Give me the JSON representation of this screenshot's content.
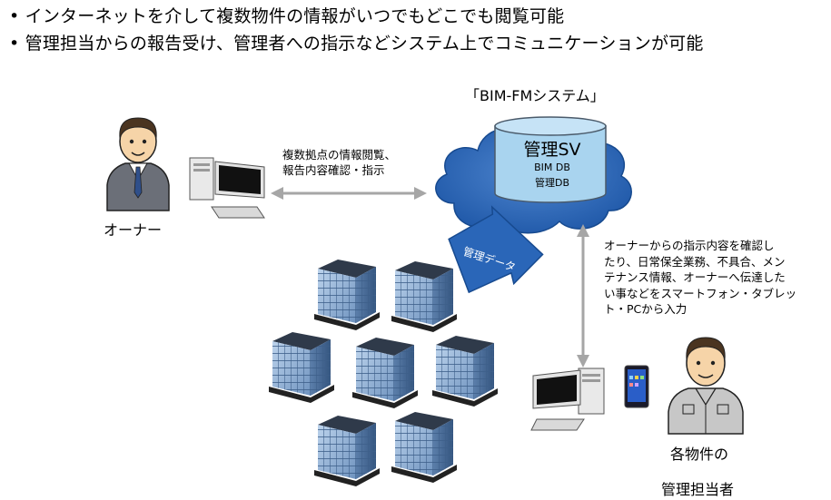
{
  "bullets": [
    "• インターネットを介して複数物件の情報がいつでもどこでも閲覧可能",
    "• 管理担当からの報告受け、管理者への指示などシステム上でコミュニケーションが可能"
  ],
  "system": {
    "title": "「BIM-FMシステム」",
    "server_title": "管理SV",
    "server_db1": "BIM DB",
    "server_db2": "管理DB"
  },
  "owner": {
    "label": "オーナー"
  },
  "flow_owner": {
    "line1": "複数拠点の情報閲覧、",
    "line2": "報告内容確認・指示"
  },
  "upload_arrow": {
    "label": "管理データ"
  },
  "manager_note": {
    "lines": [
      "オーナーからの指示内容を確認し",
      "たり、日常保全業務、不具合、メン",
      "テナンス情報、オーナーへ伝達した",
      "い事などをスマートフォン・タブレッ",
      "ト・PCから入力"
    ]
  },
  "manager": {
    "label1": "各物件の",
    "label2": "管理担当者"
  },
  "colors": {
    "cloud": "#2a66b8",
    "server": "#a9d4ef",
    "arrow_gray": "#a6a6a6"
  }
}
